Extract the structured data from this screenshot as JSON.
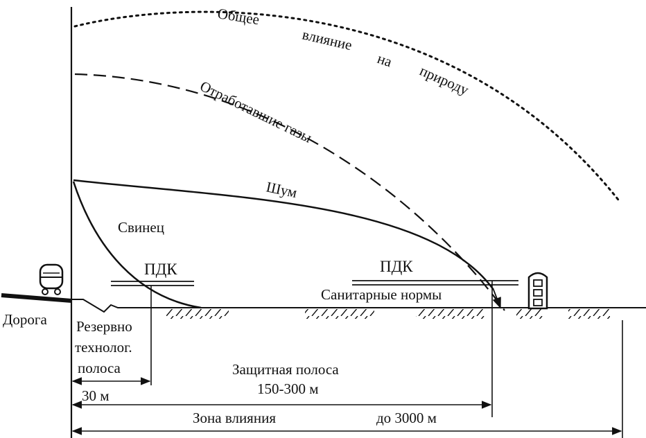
{
  "curves": {
    "total_impact": [
      "Общее",
      "влияние",
      "на",
      "природу"
    ],
    "exhaust": "Отработавшие газы",
    "noise": "Шум",
    "lead": "Свинец"
  },
  "limits": {
    "mpc_left": "ПДК",
    "mpc_right": "ПДК",
    "sanitary": "Санитарные нормы"
  },
  "ground": {
    "road": "Дорога"
  },
  "zones": {
    "reserve_lines": [
      "Резервно",
      "технолог.",
      "полоса"
    ],
    "reserve_width": "30 м",
    "protective_lines": [
      "Защитная полоса",
      "150-300 м"
    ],
    "influence": "Зона влияния",
    "influence_width": "до 3000 м"
  },
  "colors": {
    "ink": "#111111",
    "background": "#ffffff"
  }
}
